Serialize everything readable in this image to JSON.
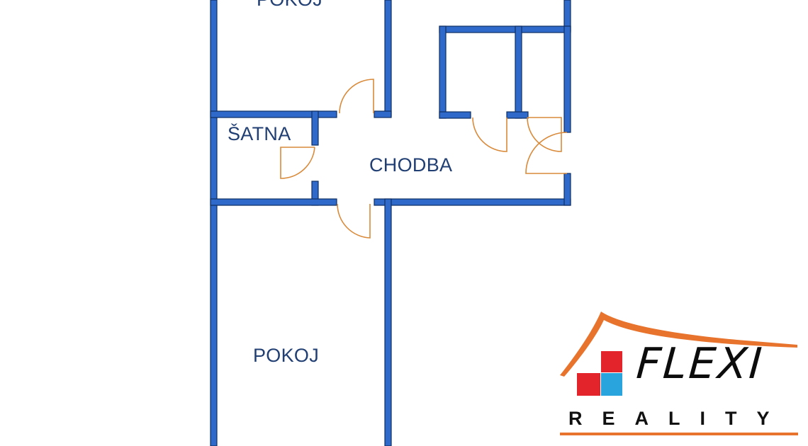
{
  "rooms": {
    "top_room": "POKOJ",
    "closet": "ŠATNA",
    "hallway": "CHODBA",
    "bottom_room": "POKOJ"
  },
  "logo": {
    "name": "FLEXI",
    "tagline": "REALITY",
    "colors": {
      "roof": "#e8732c",
      "square_red": "#e3242b",
      "square_blue": "#2aa4dc",
      "text": "#111111"
    }
  },
  "colors": {
    "wall": "#2f69c9",
    "wall_outline": "#0f2f63",
    "door": "#d98a3a",
    "label": "#213f73"
  }
}
